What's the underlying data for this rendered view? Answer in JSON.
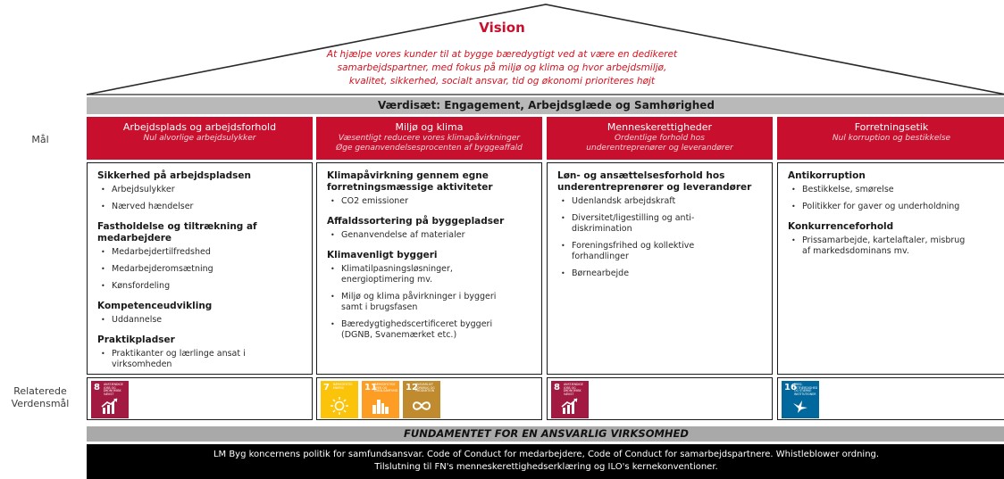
{
  "vision": {
    "title": "Vision",
    "text_lines": [
      "At hjælpe vores kunder til at bygge bæredygtigt ved at være en dedikeret",
      "samarbejdspartner, med fokus på miljø og klima og hvor arbejdsmiljø,",
      "kvalitet, sikkerhed, socialt ansvar, tid og økonomi prioriteres højt"
    ]
  },
  "values": "Værdisæt: Engagement, Arbejdsglæde og Samhørighed",
  "side_labels": {
    "goals": "Mål",
    "sdg_line1": "Relaterede",
    "sdg_line2": "Verdensmål"
  },
  "pillars": [
    {
      "title": "Arbejdsplads og arbejdsforhold",
      "subtitle_lines": [
        "Nul alvorlige arbejdsulykker"
      ],
      "sections": [
        {
          "title": [
            "Sikkerhed på arbejdspladsen"
          ],
          "items": [
            [
              "Arbejdsulykker"
            ],
            [
              "Nærved hændelser"
            ]
          ]
        },
        {
          "title": [
            "Fastholdelse og tiltrækning af",
            "medarbejdere"
          ],
          "items": [
            [
              "Medarbejdertilfredshed"
            ],
            [
              "Medarbejderomsætning"
            ],
            [
              "Kønsfordeling"
            ]
          ]
        },
        {
          "title": [
            "Kompetenceudvikling"
          ],
          "items": [
            [
              "Uddannelse"
            ]
          ]
        },
        {
          "title": [
            "Praktikpladser"
          ],
          "items": [
            [
              "Praktikanter og lærlinge ansat i",
              "virksomheden"
            ]
          ]
        }
      ],
      "sdgs": [
        {
          "number": "8",
          "label": "Anstændige jobs og økonomisk vækst",
          "color": "#a21942",
          "icon": "growth-chart-icon"
        }
      ]
    },
    {
      "title": "Miljø og klima",
      "subtitle_lines": [
        "Væsentligt reducere vores klimapåvirkninger",
        "Øge genanvendelsesprocenten af byggeaffald"
      ],
      "sections": [
        {
          "title": [
            "Klimapåvirkning gennem egne",
            "forretningsmæssige aktiviteter"
          ],
          "items": [
            [
              "CO2 emissioner"
            ]
          ]
        },
        {
          "title": [
            "Affaldssortering på byggepladser"
          ],
          "items": [
            [
              "Genanvendelse af materialer"
            ]
          ]
        },
        {
          "title": [
            "Klimavenligt byggeri"
          ],
          "items": [
            [
              "Klimatilpasningsløsninger,",
              "energioptimering mv."
            ],
            [
              "Miljø og klima påvirkninger i byggeri",
              "samt i brugsfasen"
            ],
            [
              "Bæredygtighedscertificeret byggeri",
              "(DGNB, Svanemærket etc.)"
            ]
          ]
        }
      ],
      "sdgs": [
        {
          "number": "7",
          "label": "Bæredygtig energi",
          "color": "#fcc30b",
          "icon": "sun-icon"
        },
        {
          "number": "11",
          "label": "Bæredygtige byer og lokalsamfund",
          "color": "#fd9d24",
          "icon": "city-icon"
        },
        {
          "number": "12",
          "label": "Ansvarligt forbrug og produktion",
          "color": "#bf8b2e",
          "icon": "infinity-icon"
        }
      ]
    },
    {
      "title": "Menneskerettigheder",
      "subtitle_lines": [
        "Ordentlige forhold hos",
        "underentreprenører og leverandører"
      ],
      "sections": [
        {
          "title": [
            "Løn- og ansættelsesforhold hos",
            "underentreprenører og leverandører"
          ],
          "items": [
            [
              "Udenlandsk arbejdskraft"
            ],
            [
              "Diversitet/ligestilling og anti-",
              "diskrimination"
            ],
            [
              "Foreningsfrihed og kollektive",
              "forhandlinger"
            ],
            [
              "Børnearbejde"
            ]
          ]
        }
      ],
      "sdgs": [
        {
          "number": "8",
          "label": "Anstændige jobs og økonomisk vækst",
          "color": "#a21942",
          "icon": "growth-chart-icon"
        }
      ]
    },
    {
      "title": "Forretningsetik",
      "subtitle_lines": [
        "Nul korruption og bestikkelse"
      ],
      "sections": [
        {
          "title": [
            "Antikorruption"
          ],
          "items": [
            [
              "Bestikkelse, smørelse"
            ],
            [
              "Politikker for gaver og underholdning"
            ]
          ]
        },
        {
          "title": [
            "Konkurrenceforhold"
          ],
          "items": [
            [
              "Prissamarbejde, kartelaftaler, misbrug",
              "af markedsdominans mv."
            ]
          ]
        }
      ],
      "sdgs": [
        {
          "number": "16",
          "label": "Fred, retfærdighed og stærke institutioner",
          "color": "#00689d",
          "icon": "dove-gavel-icon"
        }
      ]
    }
  ],
  "foundation": "FUNDAMENTET FOR EN ANSVARLIG VIRKSOMHED",
  "base_lines": [
    "LM Byg koncernens politik for samfundsansvar. Code of Conduct for medarbejdere, Code of Conduct for samarbejdspartnere. Whistleblower ordning.",
    "Tilslutning til FN's menneskerettighedserklæring og ILO's kernekonventioner."
  ]
}
